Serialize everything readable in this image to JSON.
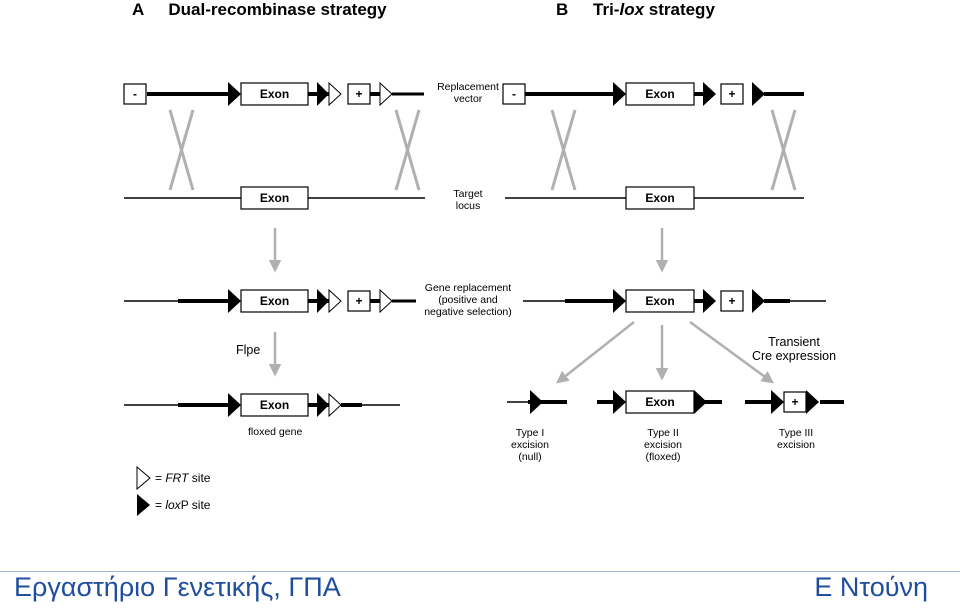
{
  "panel_a": {
    "letter": "A",
    "title": "Dual-recombinase strategy"
  },
  "panel_b": {
    "letter": "B",
    "title_pre": "Tri-",
    "title_em": "lox",
    "title_post": " strategy"
  },
  "labels": {
    "replacement_vector": "Replacement\nvector",
    "target_locus": "Target\nlocus",
    "gene_replacement": "Gene replacement\n(positive and\nnegative selection)",
    "flpe": "Flpe",
    "floxed_gene": "floxed gene",
    "transient_cre": "Transient\nCre expression",
    "type_i": "Type I\nexcision\n(null)",
    "type_ii": "Type II\nexcision\n(floxed)",
    "type_iii": "Type III\nexcision"
  },
  "box_labels": {
    "exon": "Exon",
    "minus": "-",
    "plus": "+"
  },
  "legend": {
    "frt_pre": "= ",
    "frt_em": "FRT",
    "frt_post": " site",
    "lox_pre": "= ",
    "lox_em": "lox",
    "lox_post": "P site"
  },
  "footer": {
    "left": "Εργαστήριο Γενετικής, ΓΠΑ",
    "right": "Ε Ντούνη"
  },
  "colors": {
    "arrow": "#b0b0b0",
    "footer_text": "#1f4e9c",
    "box_border": "#000000"
  }
}
